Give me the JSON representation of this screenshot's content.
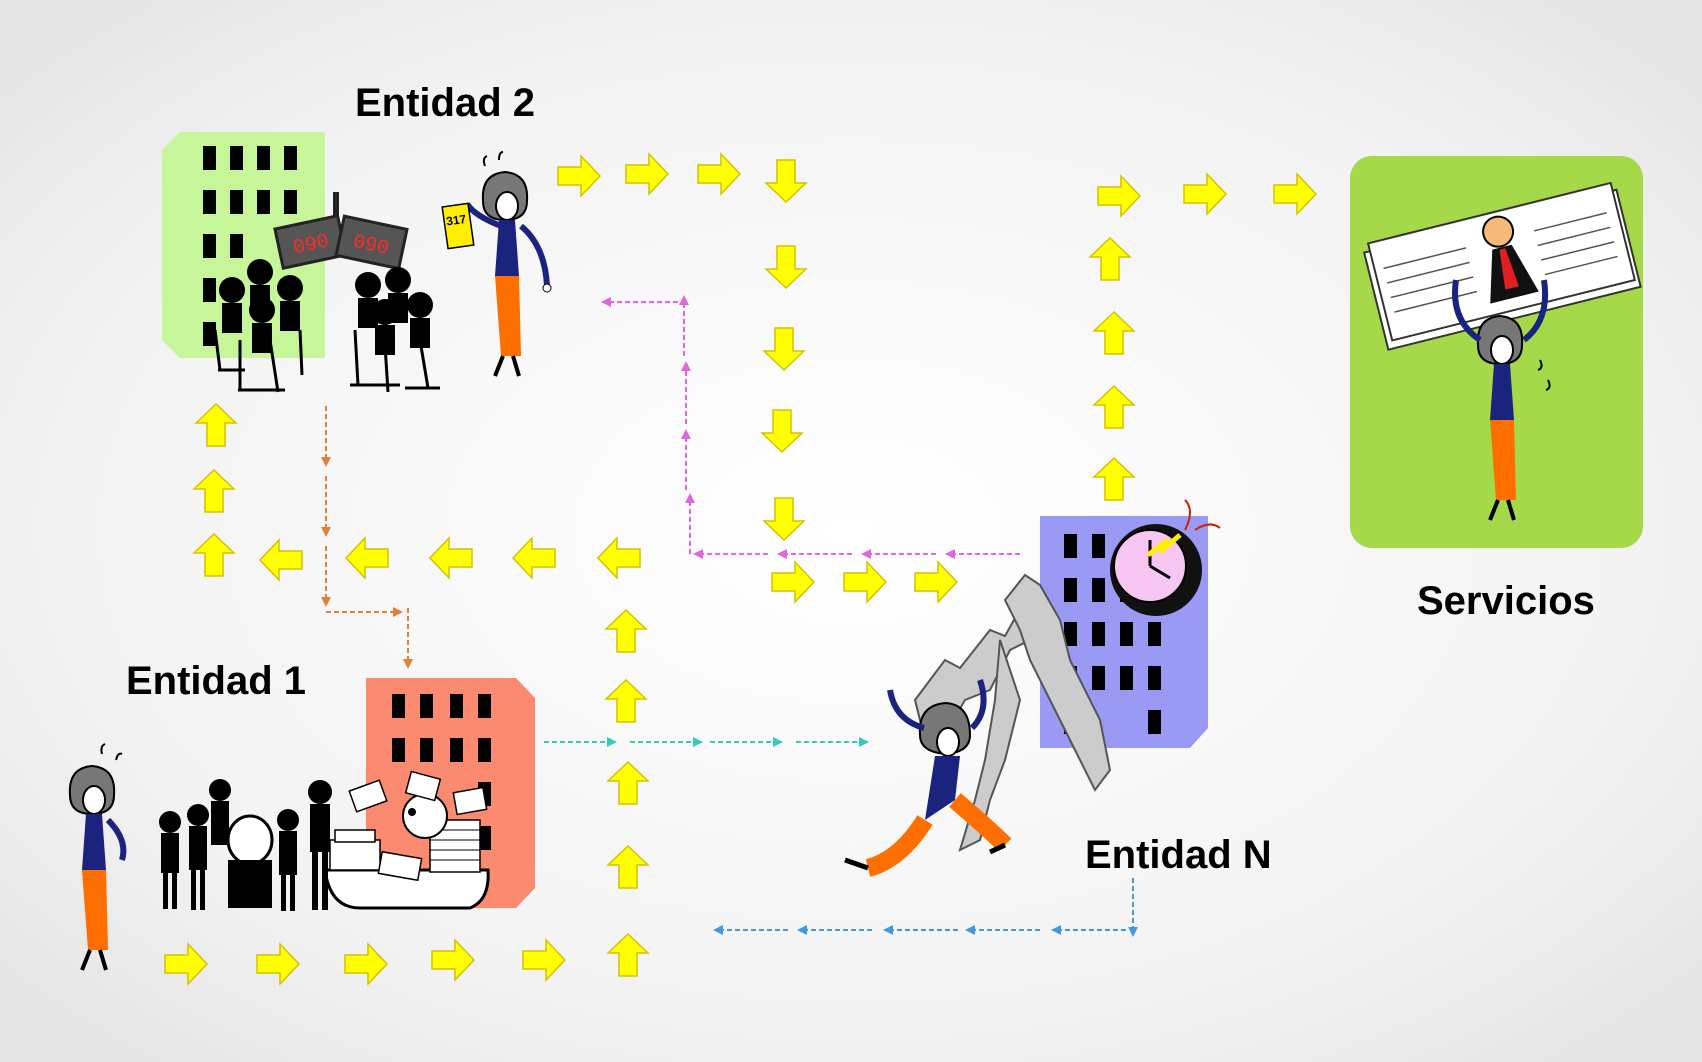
{
  "labels": {
    "entity2": "Entidad 2",
    "entity1": "Entidad 1",
    "entityN": "Entidad N",
    "services": "Servicios"
  },
  "signs": {
    "ticket": "317",
    "display_left": "090",
    "display_right": "090"
  },
  "colors": {
    "entity2_building": "#c6f59a",
    "entity1_building": "#fa8a70",
    "entityN_building": "#9a9af5",
    "services_card": "#a5d94a",
    "flow_arrow": "#ffff00",
    "orange_dashed": "#e0803a",
    "magenta_dashed": "#e066e0",
    "cyan_dashed": "#33ccbb",
    "blue_dashed": "#4499dd"
  },
  "icons": [
    "office-building-icon",
    "waiting-crowd-icon",
    "frustrated-person-icon",
    "clock-bomb-icon",
    "falling-stairs-icon",
    "document-stack-icon",
    "queue-display-icon"
  ]
}
